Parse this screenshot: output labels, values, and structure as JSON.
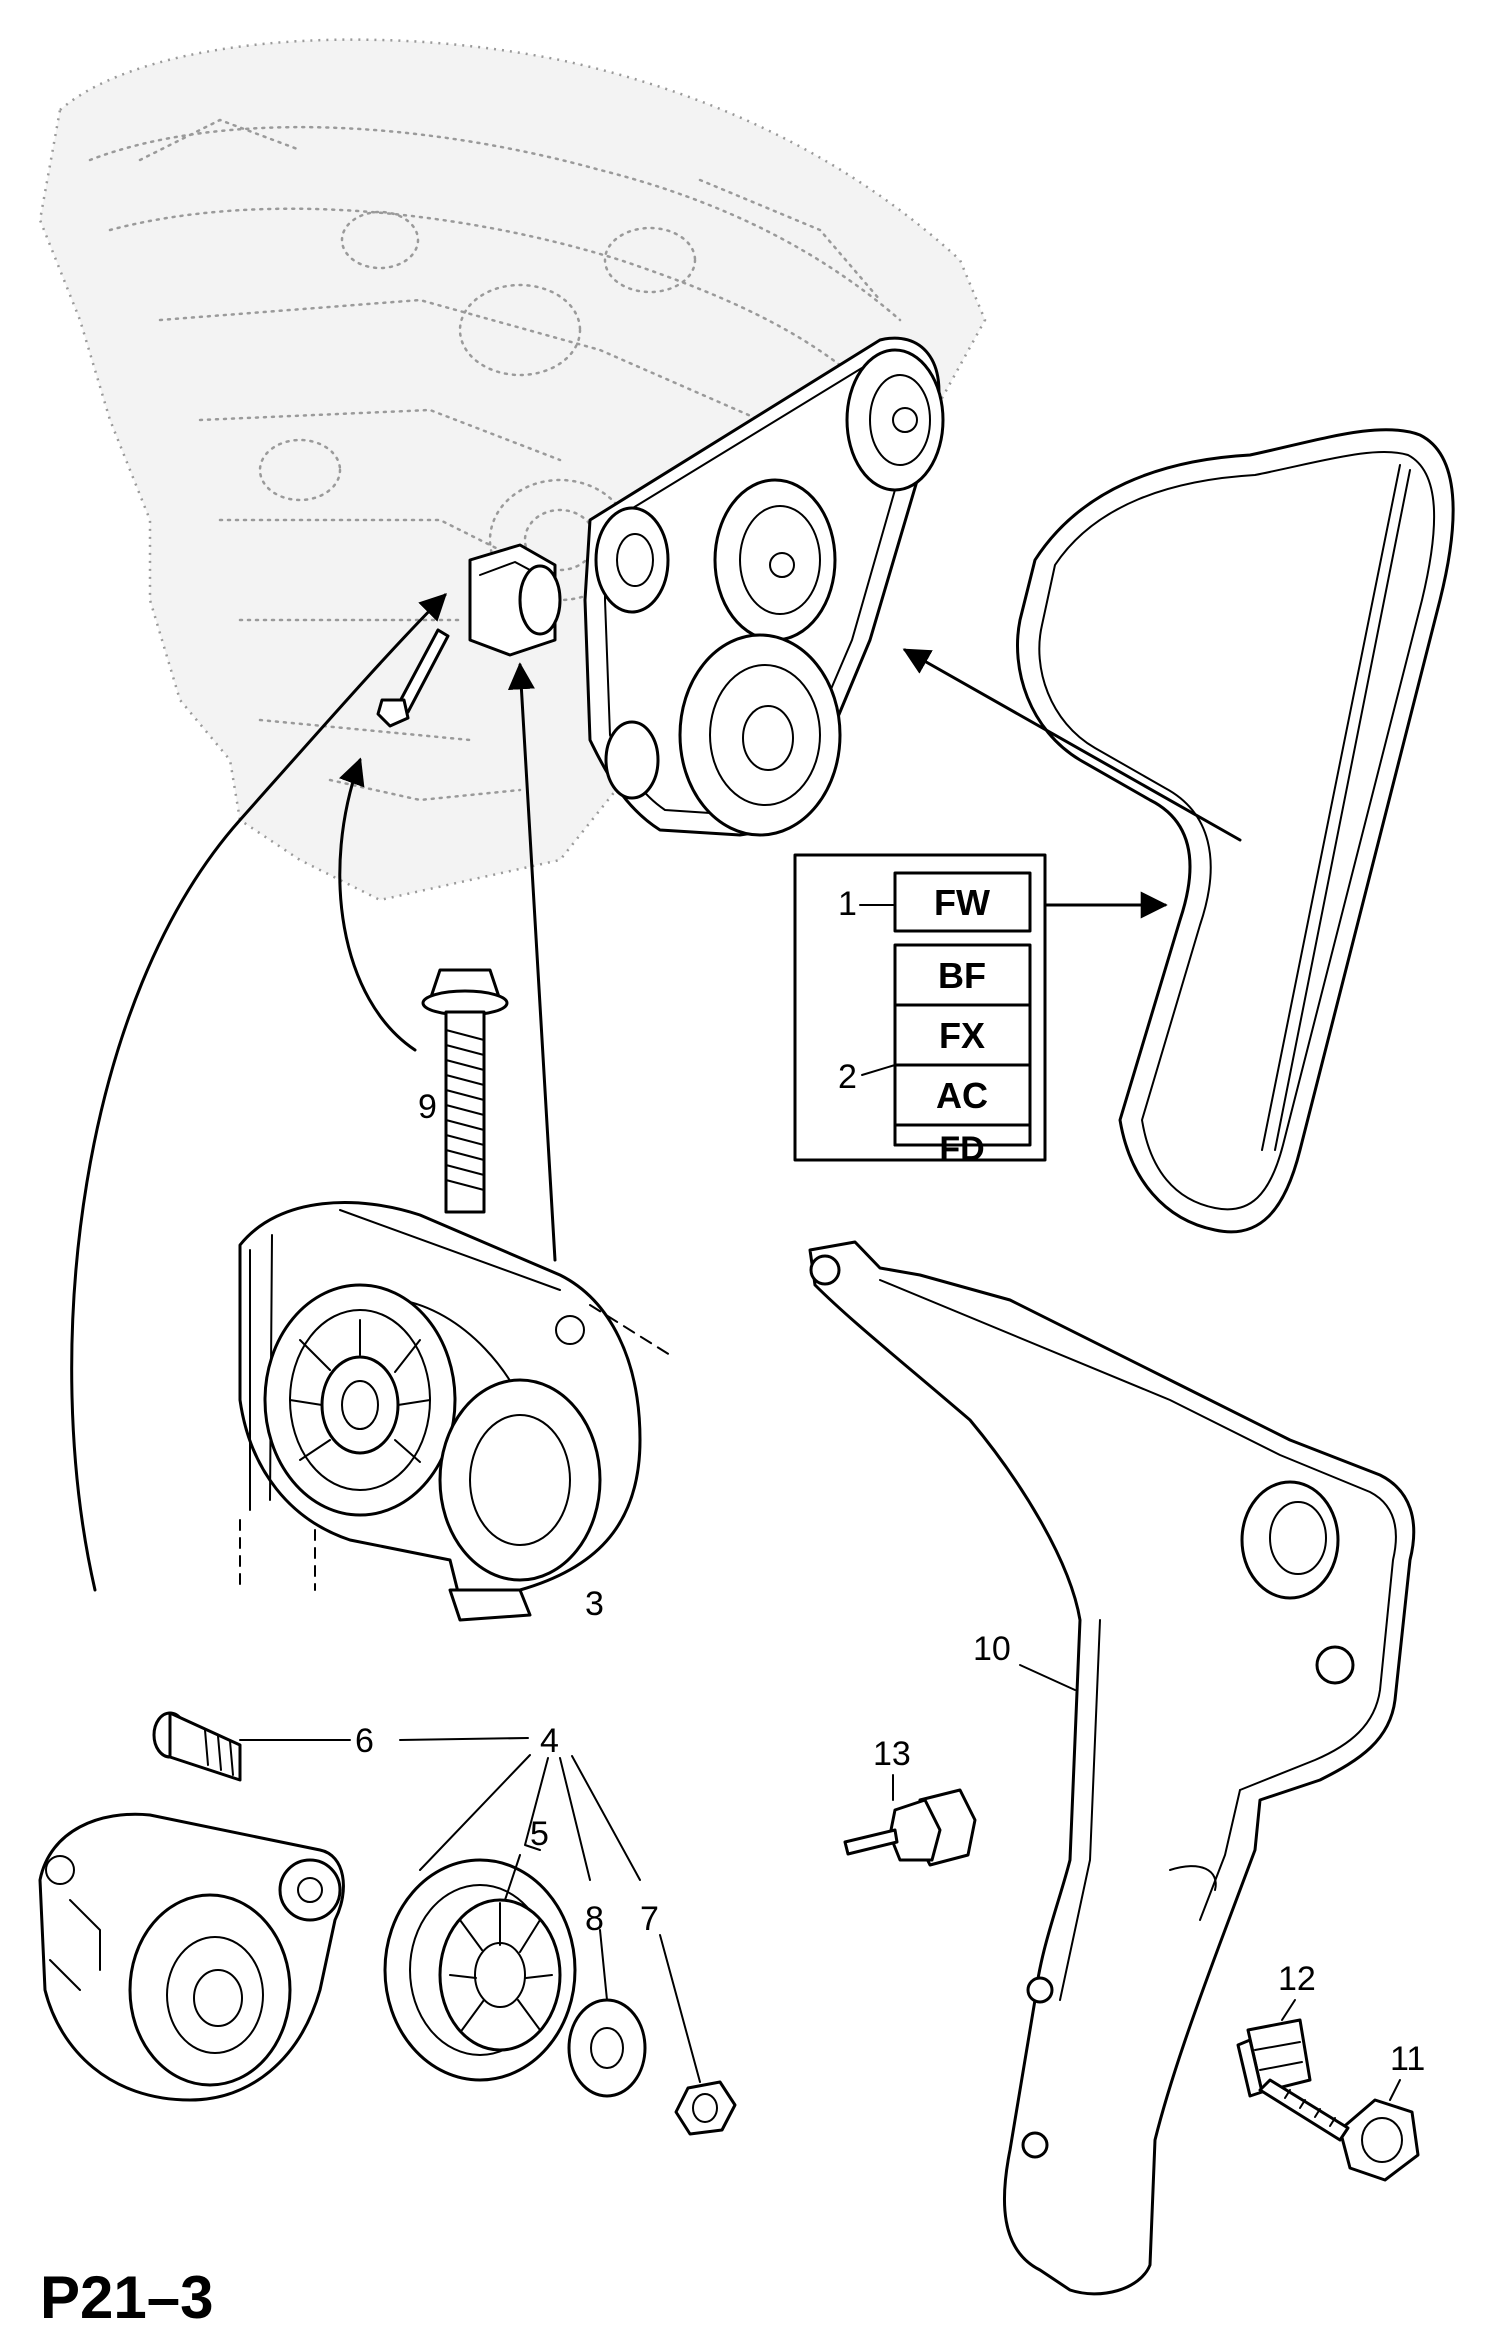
{
  "page_ref": "P21–3",
  "callouts": {
    "c1": "1",
    "c2": "2",
    "c3": "3",
    "c4": "4",
    "c5": "5",
    "c6": "6",
    "c7": "7",
    "c8": "8",
    "c9": "9",
    "c10": "10",
    "c11": "11",
    "c12": "12",
    "c13": "13"
  },
  "code_table": {
    "row_1": "FW",
    "row_2": [
      "BF",
      "FX",
      "AC",
      "FD"
    ]
  }
}
